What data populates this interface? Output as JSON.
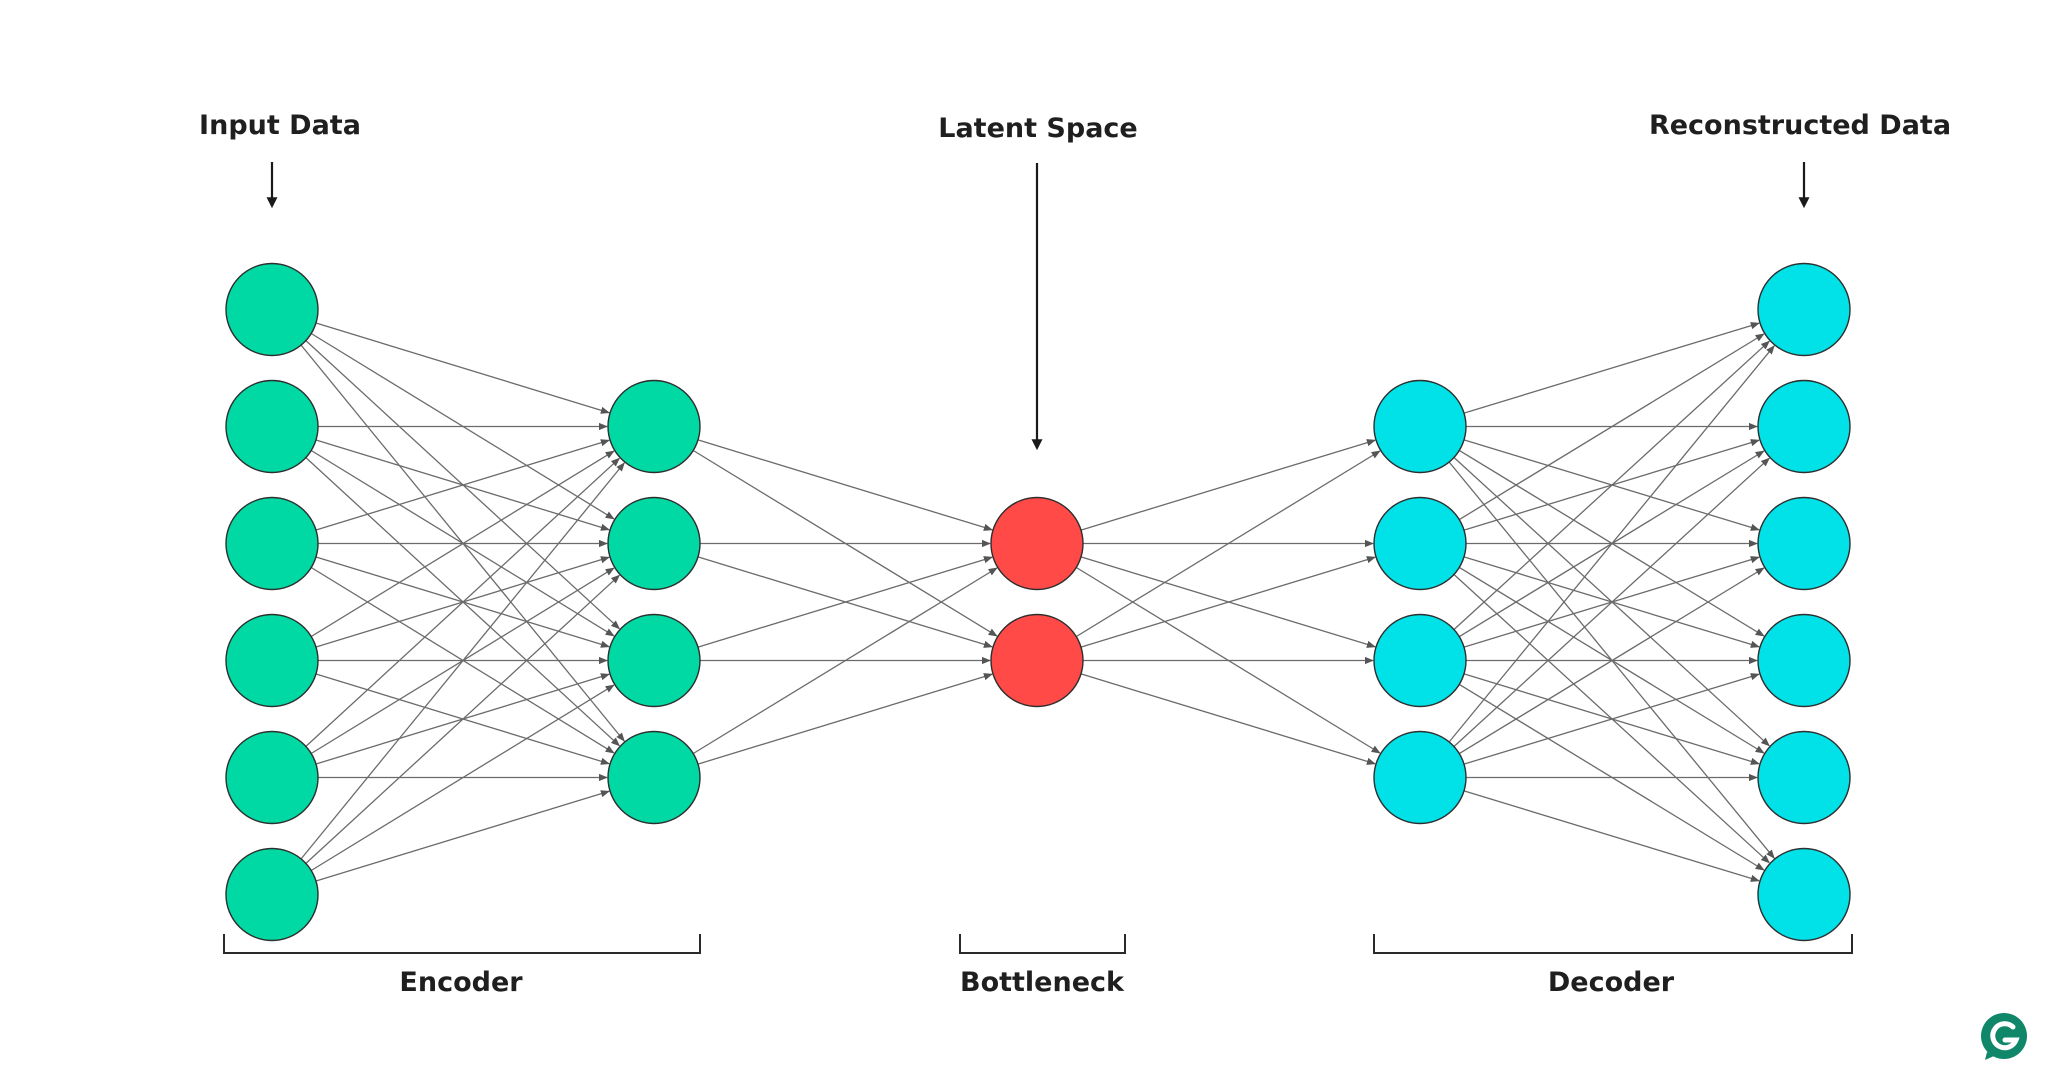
{
  "labels": {
    "input": "Input Data",
    "latent": "Latent Space",
    "output": "Reconstructed Data",
    "encoder": "Encoder",
    "bottleneck": "Bottleneck",
    "decoder": "Decoder"
  },
  "layers": [
    {
      "role": "input",
      "nodes": 6,
      "color": "#00d9a3"
    },
    {
      "role": "encoder-hidden",
      "nodes": 4,
      "color": "#00d9a3"
    },
    {
      "role": "bottleneck",
      "nodes": 2,
      "color": "#ff4a47"
    },
    {
      "role": "decoder-hidden",
      "nodes": 4,
      "color": "#00e1e8"
    },
    {
      "role": "output",
      "nodes": 6,
      "color": "#00e1e8"
    }
  ],
  "colors": {
    "encoder": "#00d9a3",
    "bottleneck": "#ff4a47",
    "decoder": "#00e1e8",
    "connection": "#6b6b6b",
    "text": "#1f1f1f",
    "logo": "#11876a"
  },
  "logo": {
    "icon": "grammarly-logo-icon",
    "letter": "G"
  }
}
